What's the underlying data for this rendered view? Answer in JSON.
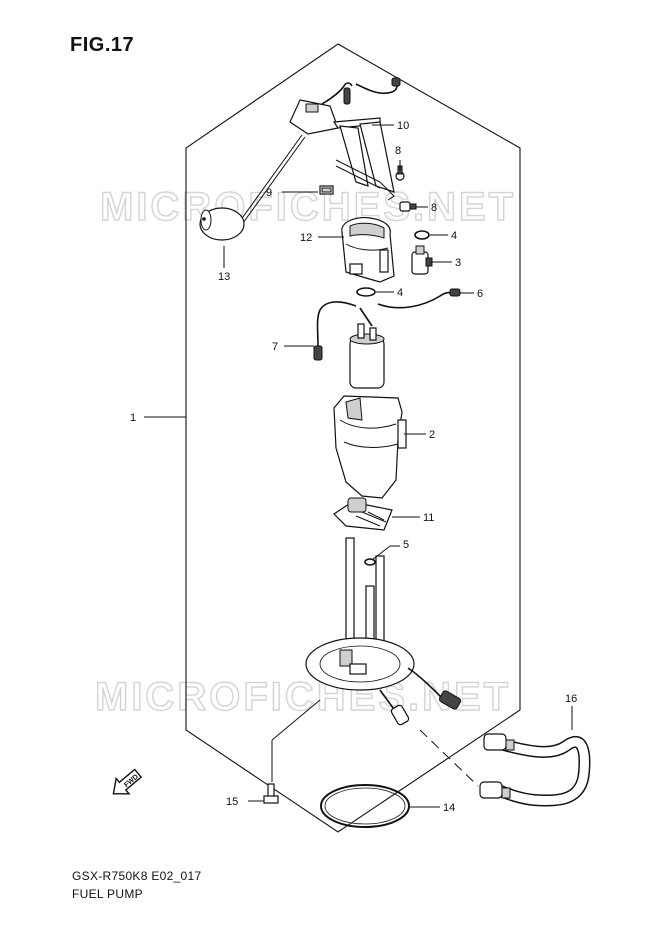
{
  "figure": {
    "title": "FIG.17"
  },
  "watermark": "MICROFICHES.NET",
  "footer": {
    "code": "GSX-R750K8 E02_017",
    "name": "FUEL PUMP"
  },
  "direction_arrow": {
    "label": "FWD"
  },
  "callouts": {
    "c1": "1",
    "c2": "2",
    "c3": "3",
    "c4a": "4",
    "c4b": "4",
    "c5": "5",
    "c6": "6",
    "c7": "7",
    "c8a": "8",
    "c8b": "8",
    "c9": "9",
    "c10": "10",
    "c11": "11",
    "c12": "12",
    "c13": "13",
    "c14": "14",
    "c15": "15",
    "c16": "16"
  }
}
